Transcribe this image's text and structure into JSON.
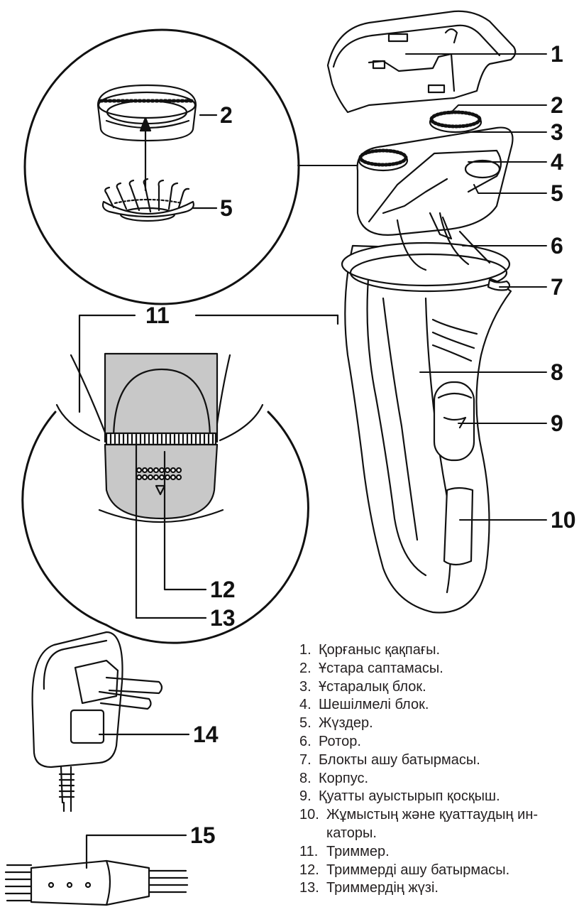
{
  "callouts": [
    "1",
    "2",
    "3",
    "4",
    "5",
    "6",
    "7",
    "8",
    "9",
    "10",
    "11",
    "12",
    "13",
    "14",
    "15"
  ],
  "inset_callouts": {
    "nozzle": "2",
    "blades": "5"
  },
  "legend": [
    {
      "num": "1.",
      "text": "Қорғаныс қақпағы."
    },
    {
      "num": "2.",
      "text": "Ұстара саптамасы."
    },
    {
      "num": "3.",
      "text": "Ұстаралық блок."
    },
    {
      "num": "4.",
      "text": "Шешілмелі блок."
    },
    {
      "num": "5.",
      "text": "Жүздер."
    },
    {
      "num": "6.",
      "text": "Ротор."
    },
    {
      "num": "7.",
      "text": "Блокты ашу батырмасы."
    },
    {
      "num": "8.",
      "text": "Корпус."
    },
    {
      "num": "9.",
      "text": "Қуатты ауыстырып қосқыш."
    },
    {
      "num": "10.",
      "text": "Жұмыстың және қуаттаудың ин-\nкаторы."
    },
    {
      "num": "11.",
      "text": "Триммер."
    },
    {
      "num": "12.",
      "text": "Триммерді ашу батырмасы."
    },
    {
      "num": "13.",
      "text": "Триммердің жүзі."
    }
  ]
}
